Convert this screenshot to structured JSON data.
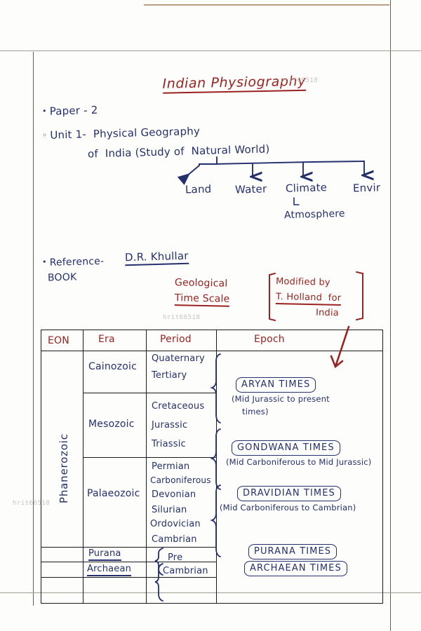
{
  "document": {
    "title": "Indian Physiography",
    "watermark": "hrit66518"
  },
  "notes": {
    "paper": "Paper - 2",
    "unit_line1": "Unit 1-  Physical Geography",
    "unit_line2": "of  India (Study of  Natural World)",
    "branches": [
      {
        "label": "Land"
      },
      {
        "label": "Water"
      },
      {
        "label": "Climate"
      },
      {
        "label": "Envir"
      }
    ],
    "climate_sub": "Atmosphere",
    "reference_label": "Reference-",
    "reference_label2": "BOOK",
    "reference_author": "D.R. Khullar"
  },
  "timescale": {
    "heading_line1": "Geological",
    "heading_line2": "Time Scale",
    "modified_line1": "Modified by",
    "modified_line2": "T. Holland  for",
    "modified_line3": "India"
  },
  "table": {
    "headers": [
      "EON",
      "Era",
      "Period",
      "Epoch"
    ],
    "eon": "Phanerozoic",
    "eras": [
      {
        "name": "Cainozoic",
        "periods": [
          "Quaternary",
          "Tertiary"
        ]
      },
      {
        "name": "Mesozoic",
        "periods": [
          "Cretaceous",
          "Jurassic",
          "Triassic"
        ]
      },
      {
        "name": "Palaeozoic",
        "periods": [
          "Permian",
          "Carboniferous",
          "Devonian",
          "Silurian",
          "Ordovician",
          "Cambrian"
        ]
      },
      {
        "name": "Purana",
        "periods": []
      },
      {
        "name": "Archaean",
        "periods": []
      }
    ],
    "precambrian_line1": "Pre",
    "precambrian_line2": "Cambrian",
    "epochs": [
      {
        "label": "ARYAN TIMES",
        "range_line1": "(Mid Jurassic to present",
        "range_line2": "times)"
      },
      {
        "label": "GONDWANA TIMES",
        "range_line1": "(Mid Carboniferous to Mid Jurassic)",
        "range_line2": ""
      },
      {
        "label": "DRAVIDIAN TIMES",
        "range_line1": "(Mid Carboniferous to Cambrian)",
        "range_line2": ""
      },
      {
        "label": "PURANA TIMES",
        "range_line1": "",
        "range_line2": ""
      },
      {
        "label": "ARCHAEAN TIMES",
        "range_line1": "",
        "range_line2": ""
      }
    ]
  },
  "colors": {
    "blue_ink": "#24306e",
    "red_ink": "#9b2220",
    "rule": "#5f6154"
  }
}
